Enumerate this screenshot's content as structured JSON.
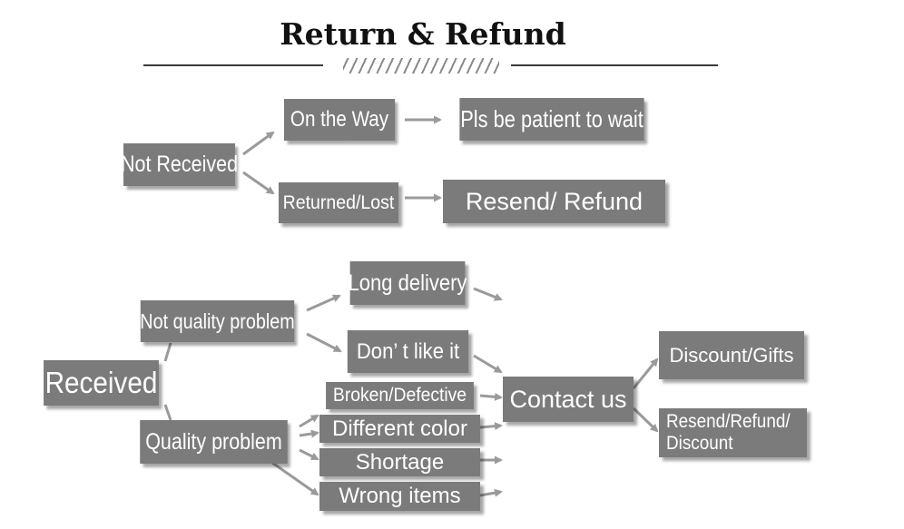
{
  "title": "Return & Refund",
  "nodes": {
    "not_received": "Not Received",
    "on_the_way": "On the Way",
    "be_patient": "Pls be patient to wait",
    "returned_lost": "Returned/Lost",
    "resend_refund_top": "Resend/ Refund",
    "received": "Received",
    "not_quality_problem": "Not quality problem",
    "long_delivery": "Long delivery",
    "dont_like_it": "Don’ t like it",
    "quality_problem": "Quality problem",
    "broken_defective": "Broken/Defective",
    "different_color": "Different color",
    "shortage": "Shortage",
    "wrong_items": "Wrong items",
    "contact_us": "Contact us",
    "discount_gifts": "Discount/Gifts",
    "resend_refund_discount_line1": "Resend/Refund/",
    "resend_refund_discount_line2": "Discount"
  },
  "colors": {
    "box": "#7b7b7b",
    "text": "#ffffff",
    "connector": "#9a9a9a",
    "title": "#111111"
  }
}
